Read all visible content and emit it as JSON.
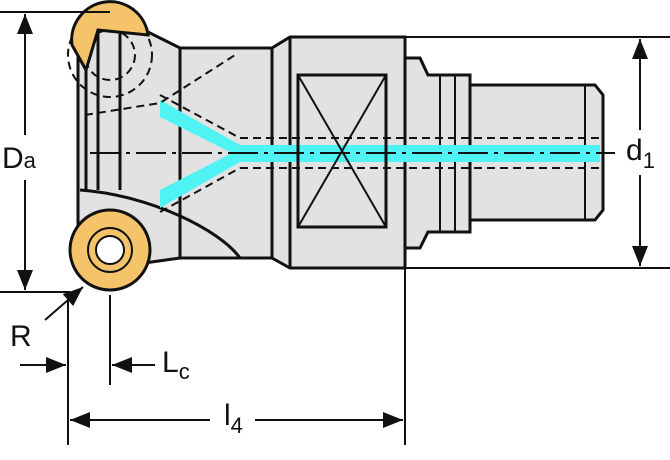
{
  "labels": {
    "Da_main": "D",
    "Da_sub": "a",
    "d1_main": "d",
    "d1_sub": "1",
    "R": "R",
    "Lc_main": "L",
    "Lc_sub": "c",
    "l4_main": "l",
    "l4_sub": "4"
  },
  "colors": {
    "body": "#e2e2e2",
    "insert": "#f4c36a",
    "coolant": "#4ff3f3",
    "line": "#111111"
  }
}
